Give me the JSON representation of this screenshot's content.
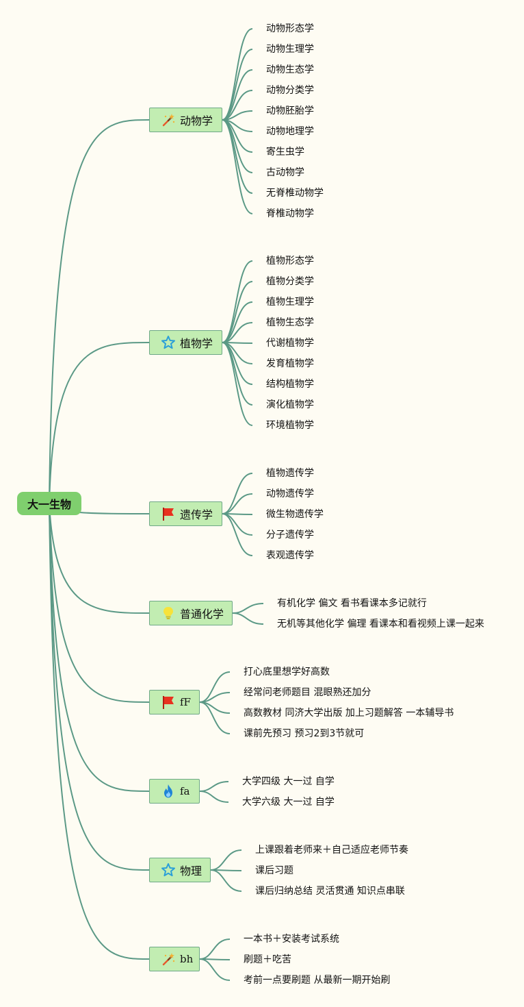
{
  "root": {
    "label": "大一生物"
  },
  "colors": {
    "background": "#fefcf3",
    "root_fill": "#7fcf6e",
    "branch_fill": "#c2edb2",
    "branch_border": "#6ea887",
    "connector": "#5b9986"
  },
  "branches": [
    {
      "label": "动物学",
      "icon": "magic-wand-icon",
      "children": [
        "动物形态学",
        "动物生理学",
        "动物生态学",
        "动物分类学",
        "动物胚胎学",
        "动物地理学",
        "寄生虫学",
        "古动物学",
        "无脊椎动物学",
        "脊椎动物学"
      ]
    },
    {
      "label": "植物学",
      "icon": "star-icon",
      "children": [
        "植物形态学",
        "植物分类学",
        "植物生理学",
        "植物生态学",
        "代谢植物学",
        "发育植物学",
        "结构植物学",
        "演化植物学",
        "环境植物学"
      ]
    },
    {
      "label": "遗传学",
      "icon": "red-flag-icon",
      "children": [
        "植物遗传学",
        "动物遗传学",
        "微生物遗传学",
        "分子遗传学",
        "表观遗传学"
      ]
    },
    {
      "label": "普通化学",
      "icon": "lightbulb-icon",
      "children": [
        "有机化学 偏文 看书看课本多记就行",
        "无机等其他化学 偏理 看课本和看视频上课一起来"
      ]
    },
    {
      "label": "fF",
      "icon": "red-flag-icon",
      "children": [
        "打心底里想学好高数",
        "经常问老师题目 混眼熟还加分",
        "高数教材 同济大学出版 加上习题解答 一本辅导书",
        "课前先预习 预习2到3节就可"
      ]
    },
    {
      "label": "fa",
      "icon": "fire-icon",
      "children": [
        "大学四级 大一过 自学",
        "大学六级 大一过 自学"
      ]
    },
    {
      "label": "物理",
      "icon": "star-icon",
      "children": [
        "上课跟着老师来＋自己适应老师节奏",
        "课后习题",
        "课后归纳总结 灵活贯通 知识点串联"
      ]
    },
    {
      "label": "bh",
      "icon": "magic-wand-icon",
      "children": [
        "一本书＋安装考试系统",
        "刷题＋吃苦",
        "考前一点要刷题 从最新一期开始刷"
      ]
    }
  ]
}
